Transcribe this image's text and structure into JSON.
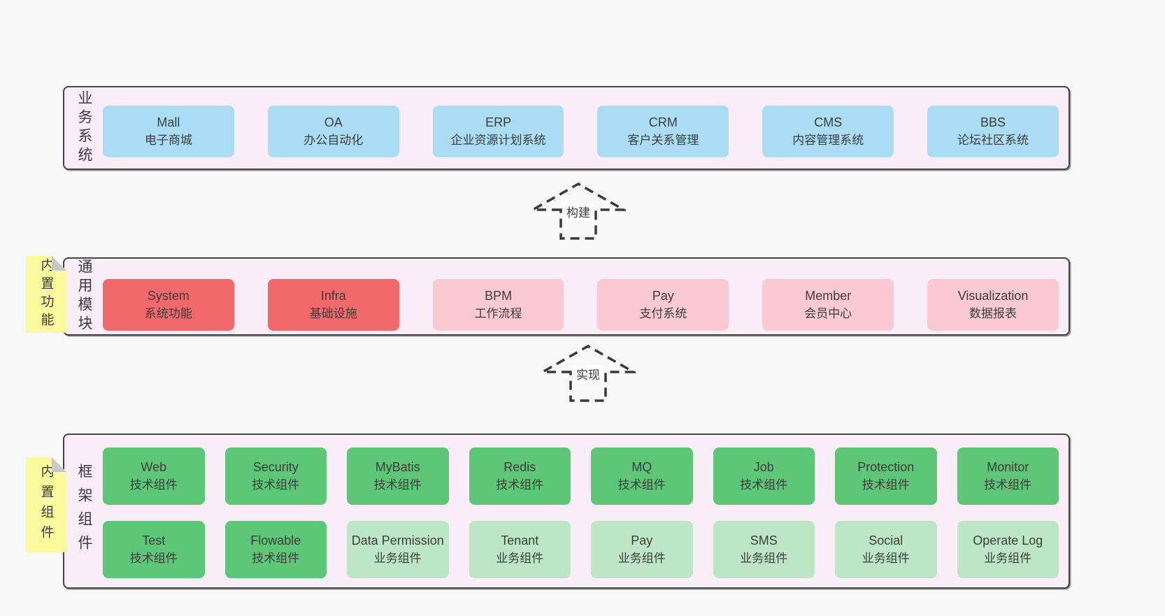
{
  "colors": {
    "background": "#f8f8f8",
    "band_fill": "#f9eef7",
    "band_border": "#454545",
    "box_blue": "#aadcf4",
    "box_red": "#f2696c",
    "box_pink": "#fac9d1",
    "box_green": "#5dc677",
    "box_light_green": "#bce6c5",
    "note_yellow": "#fbfa9e",
    "note_fold_gray": "#c8c8c8",
    "text": "#3d3d3d",
    "arrow_dash": "#3a3a3a"
  },
  "arrows": {
    "build": "构建",
    "implement": "实现"
  },
  "sections": {
    "business": {
      "label": "业务系统",
      "boxes": [
        {
          "name": "Mall",
          "subtitle": "电子商城"
        },
        {
          "name": "OA",
          "subtitle": "办公自动化"
        },
        {
          "name": "ERP",
          "subtitle": "企业资源计划系统"
        },
        {
          "name": "CRM",
          "subtitle": "客户关系管理"
        },
        {
          "name": "CMS",
          "subtitle": "内容管理系统"
        },
        {
          "name": "BBS",
          "subtitle": "论坛社区系统"
        }
      ]
    },
    "modules": {
      "label": "通用模块",
      "note": "内置功能",
      "boxes": [
        {
          "name": "System",
          "subtitle": "系统功能",
          "variant": "red"
        },
        {
          "name": "Infra",
          "subtitle": "基础设施",
          "variant": "red"
        },
        {
          "name": "BPM",
          "subtitle": "工作流程",
          "variant": "pink"
        },
        {
          "name": "Pay",
          "subtitle": "支付系统",
          "variant": "pink"
        },
        {
          "name": "Member",
          "subtitle": "会员中心",
          "variant": "pink"
        },
        {
          "name": "Visualization",
          "subtitle": "数据报表",
          "variant": "pink"
        }
      ]
    },
    "framework": {
      "label": "框架组件",
      "note": "内置组件",
      "row1": [
        {
          "name": "Web",
          "subtitle": "技术组件",
          "variant": "green"
        },
        {
          "name": "Security",
          "subtitle": "技术组件",
          "variant": "green"
        },
        {
          "name": "MyBatis",
          "subtitle": "技术组件",
          "variant": "green"
        },
        {
          "name": "Redis",
          "subtitle": "技术组件",
          "variant": "green"
        },
        {
          "name": "MQ",
          "subtitle": "技术组件",
          "variant": "green"
        },
        {
          "name": "Job",
          "subtitle": "技术组件",
          "variant": "green"
        },
        {
          "name": "Protection",
          "subtitle": "技术组件",
          "variant": "green"
        },
        {
          "name": "Monitor",
          "subtitle": "技术组件",
          "variant": "green"
        }
      ],
      "row2": [
        {
          "name": "Test",
          "subtitle": "技术组件",
          "variant": "green"
        },
        {
          "name": "Flowable",
          "subtitle": "技术组件",
          "variant": "green"
        },
        {
          "name": "Data Permission",
          "subtitle": "业务组件",
          "variant": "lightgreen"
        },
        {
          "name": "Tenant",
          "subtitle": "业务组件",
          "variant": "lightgreen"
        },
        {
          "name": "Pay",
          "subtitle": "业务组件",
          "variant": "lightgreen"
        },
        {
          "name": "SMS",
          "subtitle": "业务组件",
          "variant": "lightgreen"
        },
        {
          "name": "Social",
          "subtitle": "业务组件",
          "variant": "lightgreen"
        },
        {
          "name": "Operate Log",
          "subtitle": "业务组件",
          "variant": "lightgreen"
        }
      ]
    }
  }
}
